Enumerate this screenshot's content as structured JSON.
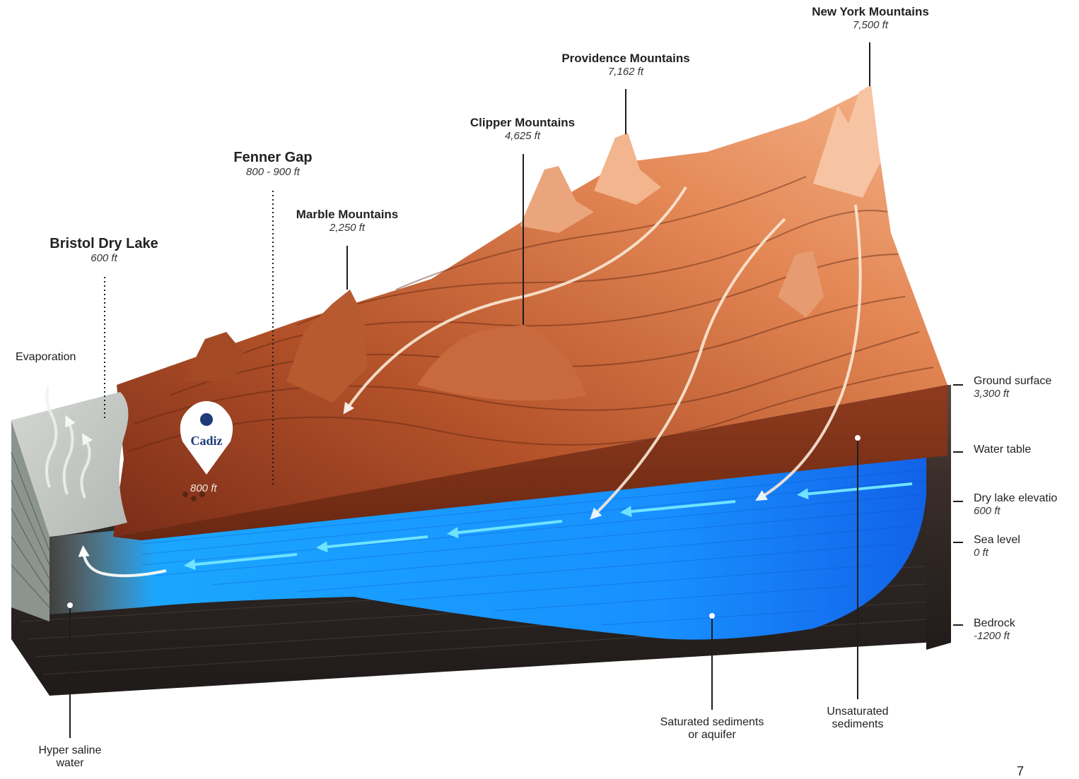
{
  "peaks": [
    {
      "name": "New York Mountains",
      "elevation": "7,500 ft"
    },
    {
      "name": "Providence Mountains",
      "elevation": "7,162 ft"
    },
    {
      "name": "Clipper Mountains",
      "elevation": "4,625 ft"
    },
    {
      "name": "Fenner Gap",
      "elevation": "800 - 900 ft"
    },
    {
      "name": "Marble Mountains",
      "elevation": "2,250 ft"
    },
    {
      "name": "Bristol Dry Lake",
      "elevation": "600 ft"
    }
  ],
  "evaporation": "Evaporation",
  "cadiz": {
    "brand": "Cadiz",
    "elevation": "800 ft"
  },
  "levels": [
    {
      "name": "Ground surface",
      "elevation": "3,300 ft"
    },
    {
      "name": "Water table",
      "elevation": ""
    },
    {
      "name": "Dry lake elevatio",
      "elevation": "600 ft"
    },
    {
      "name": "Sea level",
      "elevation": "0 ft"
    },
    {
      "name": "Bedrock",
      "elevation": "-1200 ft"
    }
  ],
  "bottom_labels": {
    "hyper_saline": [
      "Hyper saline",
      "water"
    ],
    "saturated": [
      "Saturated sediments",
      "or aquifer"
    ],
    "unsaturated": [
      "Unsaturated",
      "sediments"
    ]
  },
  "page_number": "7",
  "colors": {
    "terrain_light": "#f2a877",
    "terrain_dark": "#9a3f1f",
    "aquifer": "#1aa6ff",
    "aquifer_deep": "#1060e0",
    "bedrock": "#2a2523",
    "lake": "#c9ccc8"
  }
}
